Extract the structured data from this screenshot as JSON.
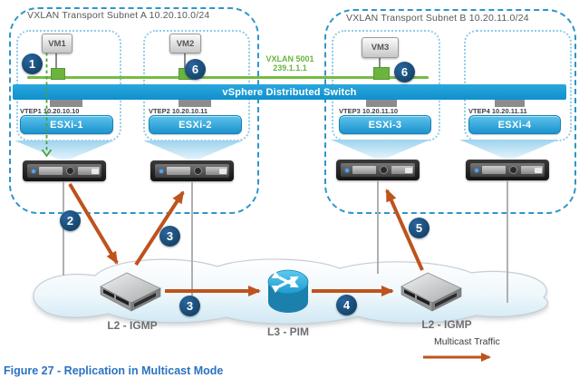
{
  "subnet_a": {
    "title": "VXLAN Transport Subnet A 10.20.10.0/24"
  },
  "subnet_b": {
    "title": "VXLAN Transport Subnet B 10.20.11.0/24"
  },
  "vms": [
    {
      "label": "VM1"
    },
    {
      "label": "VM2"
    },
    {
      "label": "VM3"
    }
  ],
  "vxlan_segment": {
    "line1": "VXLAN 5001",
    "line2": "239.1.1.1"
  },
  "vds_label": "vSphere Distributed Switch",
  "hosts": [
    {
      "vtep": "VTEP1 10.20.10.10",
      "esxi": "ESXi-1"
    },
    {
      "vtep": "VTEP2 10.20.10.11",
      "esxi": "ESXi-2"
    },
    {
      "vtep": "VTEP3 10.20.11.10",
      "esxi": "ESXi-3"
    },
    {
      "vtep": "VTEP4 10.20.11.11",
      "esxi": "ESXi-4"
    }
  ],
  "network": {
    "switch_left": "L2 - IGMP",
    "router": "L3 - PIM",
    "switch_right": "L2 - IGMP"
  },
  "legend": {
    "label": "Multicast Traffic"
  },
  "steps": [
    {
      "n": "1"
    },
    {
      "n": "2"
    },
    {
      "n": "3"
    },
    {
      "n": "3"
    },
    {
      "n": "4"
    },
    {
      "n": "5"
    },
    {
      "n": "6"
    },
    {
      "n": "6"
    }
  ],
  "caption": "Figure 27 - Replication in Multicast Mode",
  "colors": {
    "multicast_orange": "#be531d",
    "vxlan_green": "#76bc43",
    "vds_blue": "#1899d5",
    "step_navy": "#16466d",
    "subnet_dash_blue": "#2e96c8",
    "caption_blue": "#2b72c0"
  }
}
